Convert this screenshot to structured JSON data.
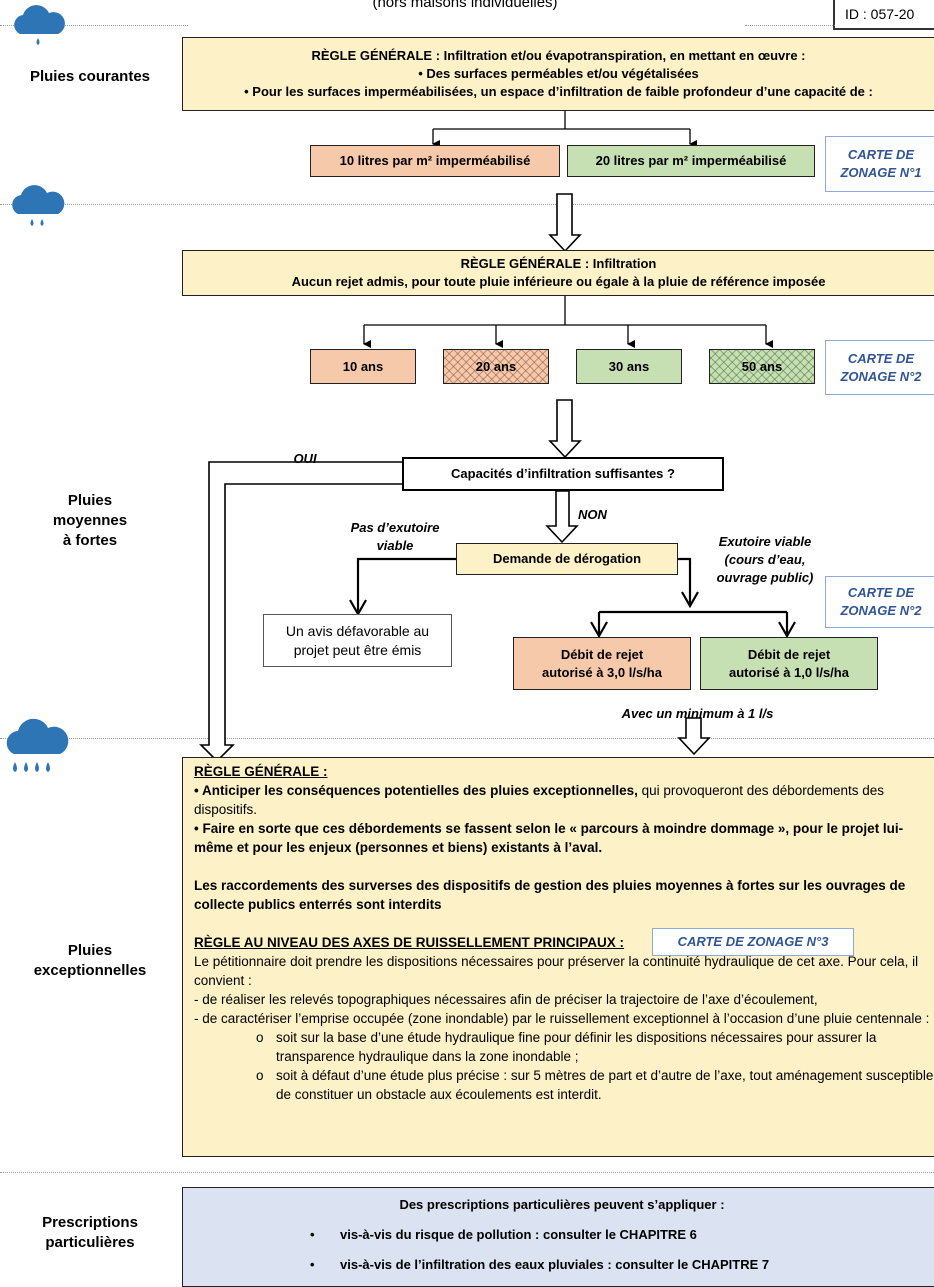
{
  "header": {
    "subtitle": "(hors maisons individuelles)",
    "id_tag": "ID : 057-20"
  },
  "categories": {
    "courantes": "Pluies courantes",
    "moyennes": [
      "Pluies",
      "moyennes",
      "à fortes"
    ],
    "exceptionnelles": [
      "Pluies",
      "exceptionnelles"
    ],
    "prescriptions": [
      "Prescriptions",
      "particulières"
    ]
  },
  "section1": {
    "rule_lines": [
      "RÈGLE GÉNÉRALE : Infiltration et/ou évapotranspiration,  en mettant en œuvre :",
      "• Des surfaces perméables et/ou végétalisées",
      "• Pour les surfaces imperméabilisées, un espace d’infiltration de faible profondeur d’une capacité de :"
    ],
    "option_a": "10 litres par m² imperméabilisé",
    "option_b": "20 litres par m² imperméabilisé",
    "carte": [
      "CARTE DE",
      "ZONAGE N°1"
    ]
  },
  "section2": {
    "rule_lines": [
      "RÈGLE GÉNÉRALE : Infiltration",
      "Aucun rejet admis, pour toute pluie inférieure ou égale à la pluie de référence imposée"
    ],
    "periods": [
      "10 ans",
      "20 ans",
      "30 ans",
      "50 ans"
    ],
    "carte": [
      "CARTE DE",
      "ZONAGE N°2"
    ],
    "question": "Capacités d’infiltration suffisantes ?",
    "oui": "OUI",
    "non": "NON",
    "no_outlet": [
      "Pas d’exutoire",
      "viable"
    ],
    "derogation": "Demande de dérogation",
    "viable_outlet": [
      "Exutoire viable",
      "(cours d’eau,",
      "ouvrage public)"
    ],
    "carte2": [
      "CARTE DE",
      "ZONAGE N°2"
    ],
    "unfavorable": [
      "Un avis défavorable au",
      "projet peut être émis"
    ],
    "rate_a": [
      "Débit de rejet",
      "autorisé à 3,0 l/s/ha"
    ],
    "rate_b": [
      "Débit de rejet",
      "autorisé à 1,0 l/s/ha"
    ],
    "minimum": "Avec un minimum à 1 l/s"
  },
  "section3": {
    "heading": "RÈGLE GÉNÉRALE :",
    "p1_bold": "• Anticiper les conséquences potentielles des pluies exceptionnelles,",
    "p1_rest": " qui provoqueront des débordements des dispositifs.",
    "p2": "• Faire en sorte que ces débordements se fassent selon le « parcours à moindre dommage », pour le projet lui-même et pour les enjeux (personnes et biens) existants à l’aval.",
    "p3": "Les raccordements des surverses des dispositifs de gestion des pluies moyennes à fortes sur les ouvrages de collecte publics enterrés sont interdits",
    "axes_heading": "RÈGLE AU NIVEAU DES AXES DE RUISSELLEMENT PRINCIPAUX :",
    "carte3": "CARTE DE ZONAGE N°3",
    "p4": "Le pétitionnaire doit prendre les dispositions nécessaires pour préserver la continuité hydraulique de cet axe. Pour cela, il convient :",
    "dash1": "- de réaliser les relevés topographiques nécessaires afin de préciser la trajectoire de l’axe d’écoulement,",
    "dash2": "- de caractériser l’emprise occupée (zone inondable) par le ruissellement exceptionnel à l’occasion d’une pluie centennale :",
    "sub1": "soit sur la base d’une étude hydraulique fine pour définir les dispositions nécessaires pour assurer la transparence hydraulique dans la zone inondable ;",
    "sub2": "soit à défaut d’une étude plus précise : sur 5 mètres de part et d’autre de l’axe, tout aménagement susceptible de constituer un obstacle aux écoulements est interdit."
  },
  "section4": {
    "intro": "Des prescriptions particulières peuvent s’appliquer :",
    "items": [
      "vis-à-vis du risque de pollution : consulter le CHAPITRE 6",
      "vis-à-vis de l’infiltration des eaux pluviales : consulter le CHAPITRE 7"
    ]
  },
  "colors": {
    "yellow": "#fdf1c7",
    "orange": "#f7c9ab",
    "green": "#c6e0b4",
    "blue": "#dbe3f2",
    "cloud": "#2e75b6",
    "carte_text": "#2f5597"
  },
  "icons": [
    "cloud-rain-light-icon",
    "cloud-rain-medium-icon",
    "cloud-rain-heavy-icon"
  ]
}
